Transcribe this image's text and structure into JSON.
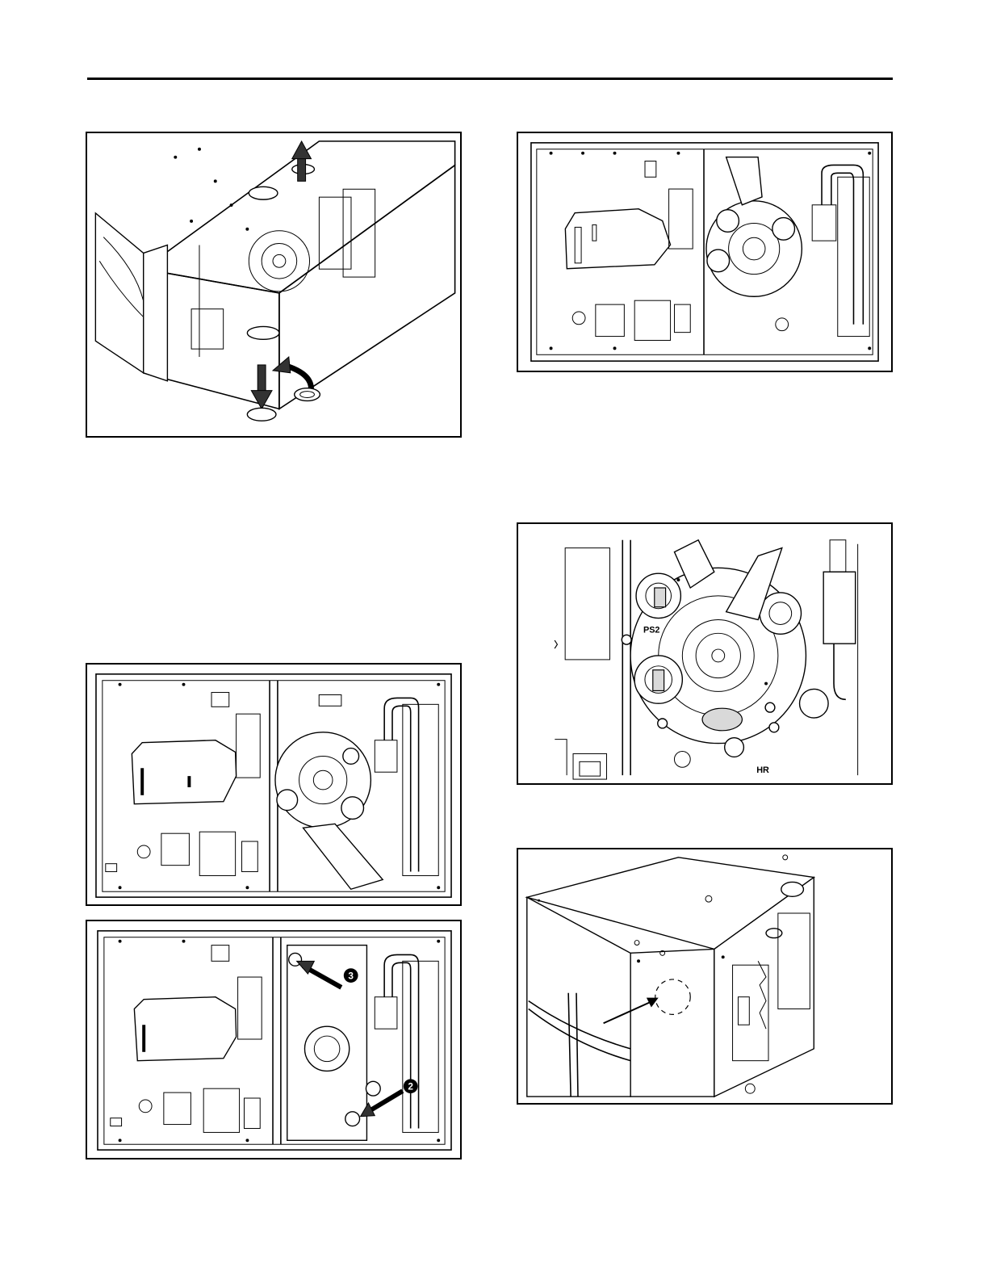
{
  "figures": {
    "fig_top_left": {
      "description": ""
    },
    "fig_top_right": {
      "description": ""
    },
    "fig_mid_right": {
      "labels": [
        "PS2",
        "HR"
      ]
    },
    "fig_mid_left": {
      "description": ""
    },
    "fig_bottom_left": {
      "callouts": [
        "3",
        "2"
      ]
    },
    "fig_bottom_right": {
      "description": ""
    }
  }
}
